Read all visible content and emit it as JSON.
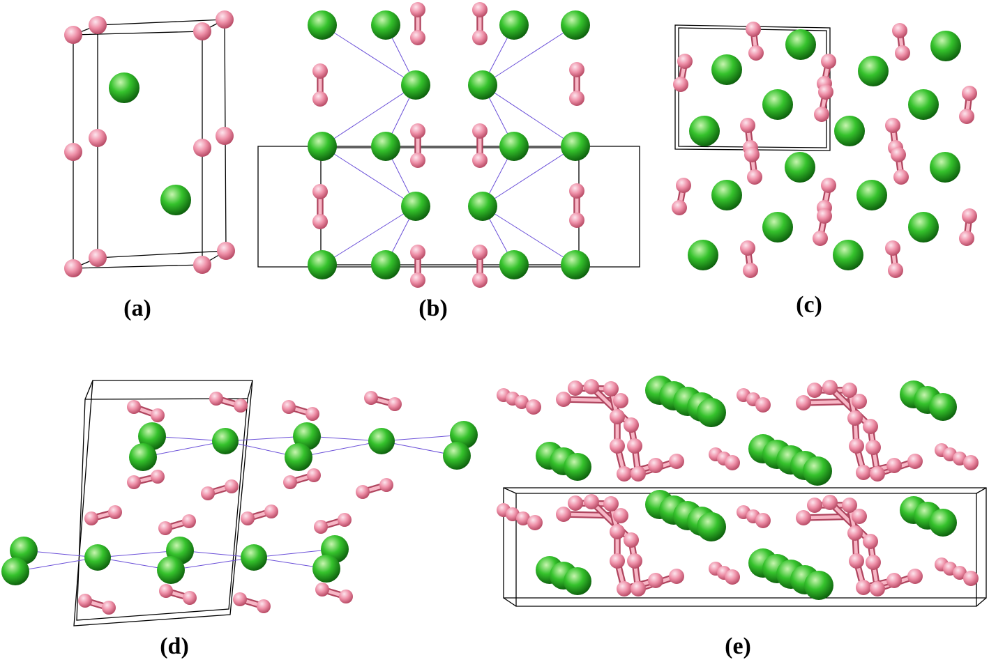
{
  "figure": {
    "panels": [
      {
        "id": "a",
        "label": "(a)"
      },
      {
        "id": "b",
        "label": "(b)"
      },
      {
        "id": "c",
        "label": "(c)"
      },
      {
        "id": "d",
        "label": "(d)"
      },
      {
        "id": "e",
        "label": "(e)"
      }
    ],
    "atom_styles": {
      "green": {
        "hi": "#c8f5b0",
        "mid": "#35c22c",
        "lo": "#0b5a0b"
      },
      "pink": {
        "hi": "#fde6ee",
        "mid": "#ee8fa7",
        "lo": "#b2445f"
      }
    }
  }
}
